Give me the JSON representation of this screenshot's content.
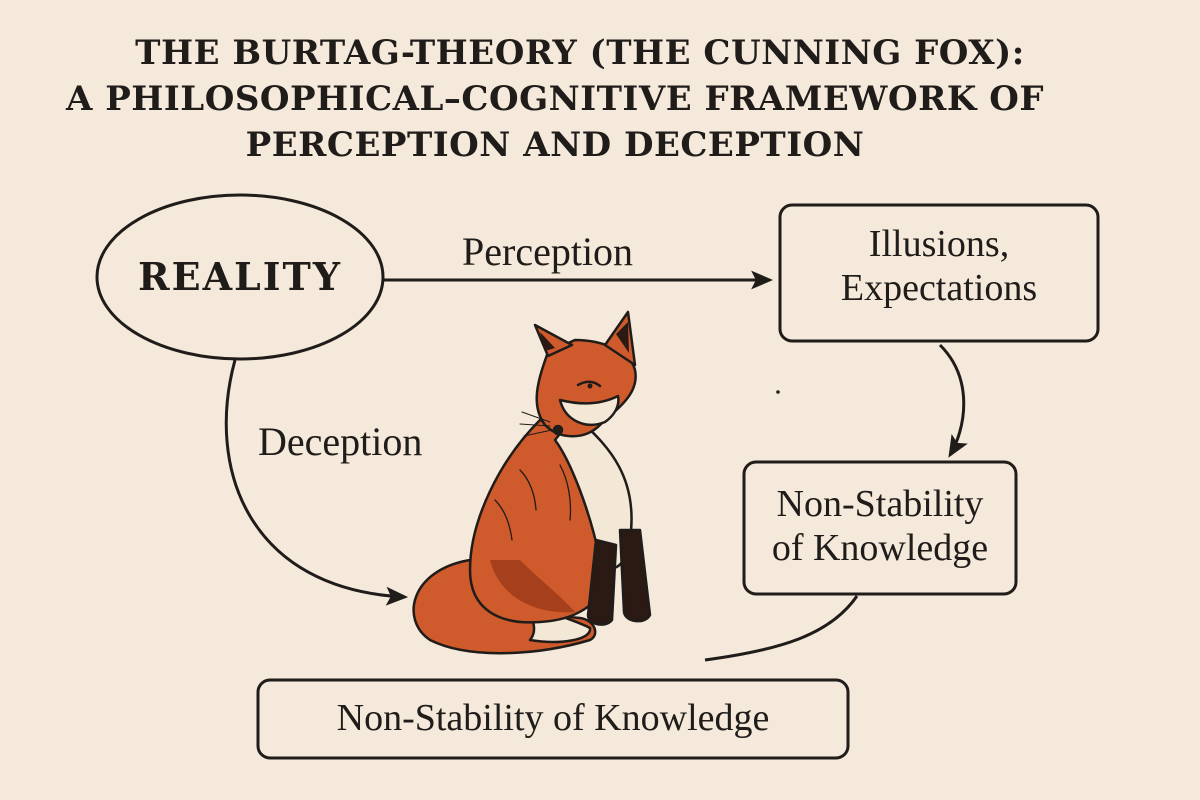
{
  "title": {
    "line1": "THE BURTAG-THEORY (THE CUNNING FOX):",
    "line2": "A PHILOSOPHICAL–COGNITIVE FRAMEWORK OF",
    "line3": "PERCEPTION AND DECEPTION"
  },
  "nodes": {
    "reality": "REALITY",
    "illusions_line1": "Illusions,",
    "illusions_line2": "Expectations",
    "nsk_right_line1": "Non-Stability",
    "nsk_right_line2": "of Knowledge",
    "nsk_bottom": "Non-Stability of Knowledge"
  },
  "edges": {
    "perception": "Perception",
    "deception": "Deception"
  },
  "illustration": {
    "subject": "fox-icon",
    "colors": {
      "fur": "#cf5a2c",
      "fur_dark": "#a63f1c",
      "chest": "#f3e7d5",
      "legs": "#2b1a14",
      "line": "#1f1c1a",
      "background": "#f4e9da"
    }
  }
}
